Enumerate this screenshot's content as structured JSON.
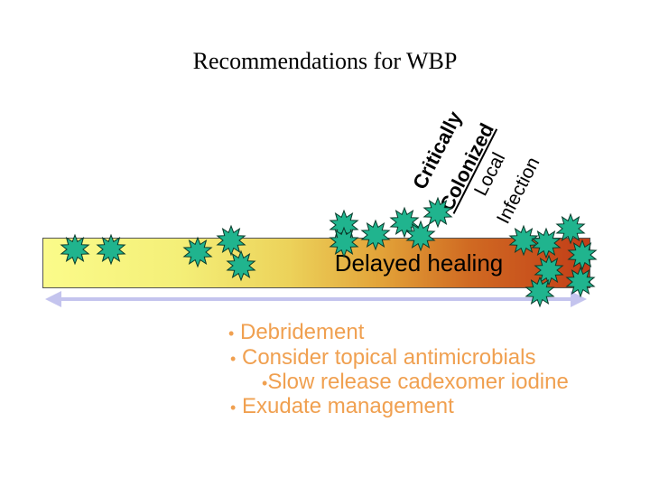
{
  "title": "Recommendations for WBP",
  "stage_labels": {
    "critically": "Critically",
    "colonized": "Colonized",
    "local": "Local",
    "infection": "Infection"
  },
  "bar_label": "Delayed healing",
  "bullets": [
    {
      "marker": "•",
      "text": "Debridement"
    },
    {
      "marker": "•",
      "text": "Consider topical antimicrobials"
    },
    {
      "marker": "•",
      "text": "Slow release cadexomer iodine"
    },
    {
      "marker": "•",
      "text": "Exudate management"
    }
  ],
  "colors": {
    "bar_start": "#fbfb8a",
    "bar_end": "#c23d18",
    "arrow": "#c4c4ee",
    "bacteria": "#20b48e",
    "bullet_text": "#f0a050"
  },
  "icons": {
    "bacteria": "starburst-icon",
    "arrow": "double-arrow-icon"
  }
}
